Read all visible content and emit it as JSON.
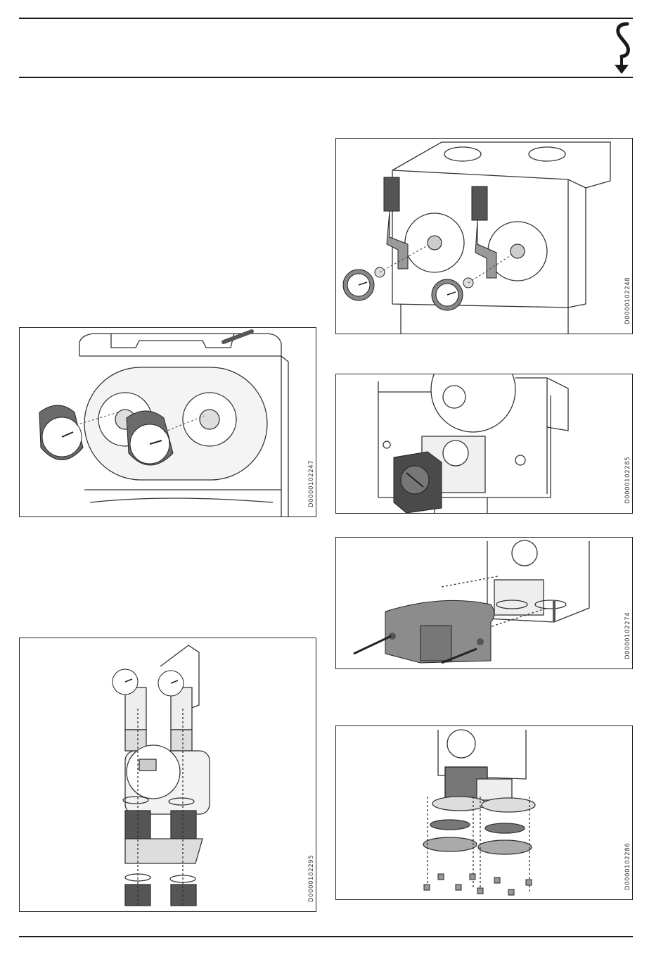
{
  "figures": [
    {
      "id": "fig-thermometer-clip",
      "code": "D0000102247"
    },
    {
      "id": "fig-pump-exploded",
      "code": "D0000102295"
    },
    {
      "id": "fig-thermometer-bracket",
      "code": "D0000102248"
    },
    {
      "id": "fig-actuator",
      "code": "D0000102285"
    },
    {
      "id": "fig-insulation-cover",
      "code": "D0000102274"
    },
    {
      "id": "fig-flange-seals",
      "code": "D0000102286"
    }
  ],
  "icons": {
    "brand_logo": "stiebel-eltron-logo-icon"
  }
}
